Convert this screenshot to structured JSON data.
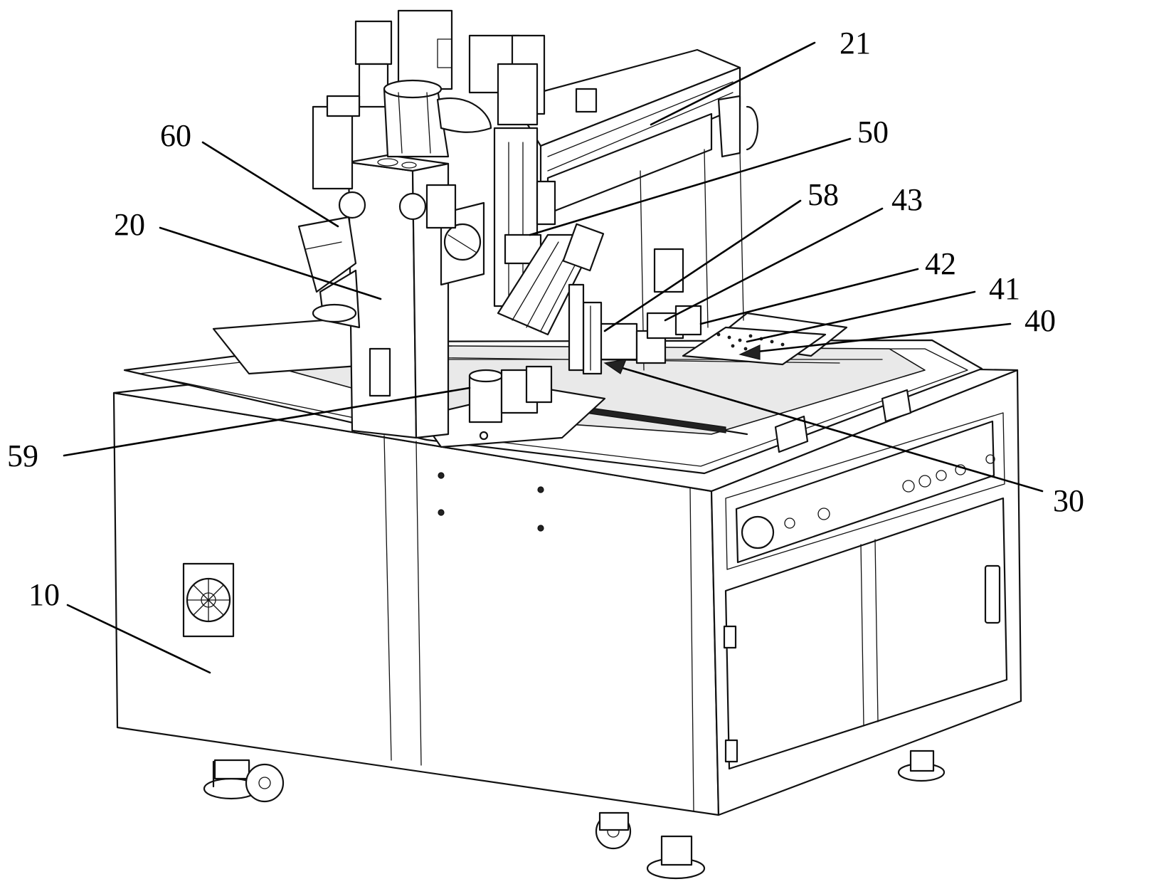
{
  "figure": {
    "reference_labels": [
      {
        "id": "10",
        "text": "10"
      },
      {
        "id": "20",
        "text": "20"
      },
      {
        "id": "21",
        "text": "21"
      },
      {
        "id": "30",
        "text": "30"
      },
      {
        "id": "40",
        "text": "40"
      },
      {
        "id": "41",
        "text": "41"
      },
      {
        "id": "42",
        "text": "42"
      },
      {
        "id": "43",
        "text": "43"
      },
      {
        "id": "50",
        "text": "50"
      },
      {
        "id": "58",
        "text": "58"
      },
      {
        "id": "59",
        "text": "59"
      },
      {
        "id": "60",
        "text": "60"
      }
    ]
  }
}
